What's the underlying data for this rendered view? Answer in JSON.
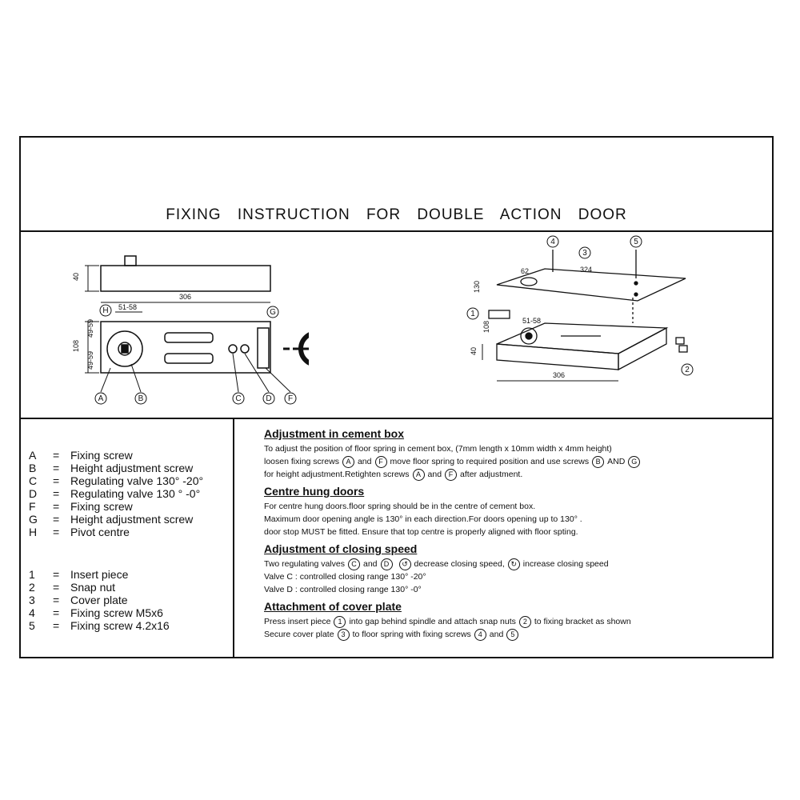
{
  "title": "FIXING INSTRUCTION FOR DOUBLE ACTION DOOR",
  "diagram_left": {
    "dim_height": "40",
    "dim_length": "306",
    "dim_pivot": "51-58",
    "dim_width": "108",
    "dim_side_top": "49-59",
    "dim_side_bottom": "49-59",
    "callouts": [
      "H",
      "G",
      "A",
      "B",
      "C",
      "D",
      "F"
    ]
  },
  "diagram_right": {
    "dim_plate_width": "130",
    "dim_plate_offset": "62",
    "dim_plate_length": "324",
    "dim_pivot": "51-58",
    "dim_width": "108",
    "dim_height": "40",
    "dim_length": "306",
    "callouts": [
      "4",
      "3",
      "5",
      "1",
      "2"
    ]
  },
  "legend_letters": [
    {
      "key": "A",
      "text": "Fixing screw"
    },
    {
      "key": "B",
      "text": "Height adjustment  screw"
    },
    {
      "key": "C",
      "text": "Regulating valve 130°  -20°"
    },
    {
      "key": "D",
      "text": "Regulating valve 130 °  -0°"
    },
    {
      "key": "F",
      "text": "Fixing screw"
    },
    {
      "key": "G",
      "text": "Height adjustment screw"
    },
    {
      "key": "H",
      "text": "Pivot centre"
    }
  ],
  "legend_numbers": [
    {
      "key": "1",
      "text": "Insert piece"
    },
    {
      "key": "2",
      "text": "Snap nut"
    },
    {
      "key": "3",
      "text": "Cover plate"
    },
    {
      "key": "4",
      "text": "Fixing screw M5x6"
    },
    {
      "key": "5",
      "text": "Fixing screw 4.2x16"
    }
  ],
  "sections": {
    "cement": {
      "heading": "Adjustment in cement box",
      "l1": "To adjust the position of floor spring in cement box, (7mm length x 10mm width x 4mm height)",
      "l2a": "loosen fixing screws",
      "l2b": "and",
      "l2c": "move floor spring to required position and use screws",
      "l2d": "AND",
      "l3a": "for height adjustment.Retighten screws",
      "l3b": "and",
      "l3c": "after adjustment."
    },
    "centre": {
      "heading": "Centre hung doors",
      "l1": "For centre hung doors.floor spring should be in the centre of cement box.",
      "l2": "Maximum door opening angle is 130°   in each direction.For doors opening up to 130° .",
      "l3": "door stop MUST be fitted. Ensure that top centre is properly aligned with floor spting."
    },
    "speed": {
      "heading": "Adjustment of closing speed",
      "l1a": "Two regulating valves",
      "l1b": "and",
      "l1c": "decrease closing speed,",
      "l1d": "increase closing speed",
      "l2": "Valve C : controlled closing range 130°  -20°",
      "l3": "Valve D : controlled closing range 130°  -0°"
    },
    "cover": {
      "heading": "Attachment of cover plate",
      "l1a": "Press insert piece",
      "l1b": "into gap behind spindle and attach snap nuts",
      "l1c": "to fixing bracket as shown",
      "l2a": "Secure cover plate",
      "l2b": "to floor spring with fixing screws",
      "l2c": "and"
    },
    "circles": {
      "A": "A",
      "F": "F",
      "B": "B",
      "G": "G",
      "C": "C",
      "D": "D",
      "one": "1",
      "two": "2",
      "three": "3",
      "four": "4",
      "five": "5"
    }
  }
}
